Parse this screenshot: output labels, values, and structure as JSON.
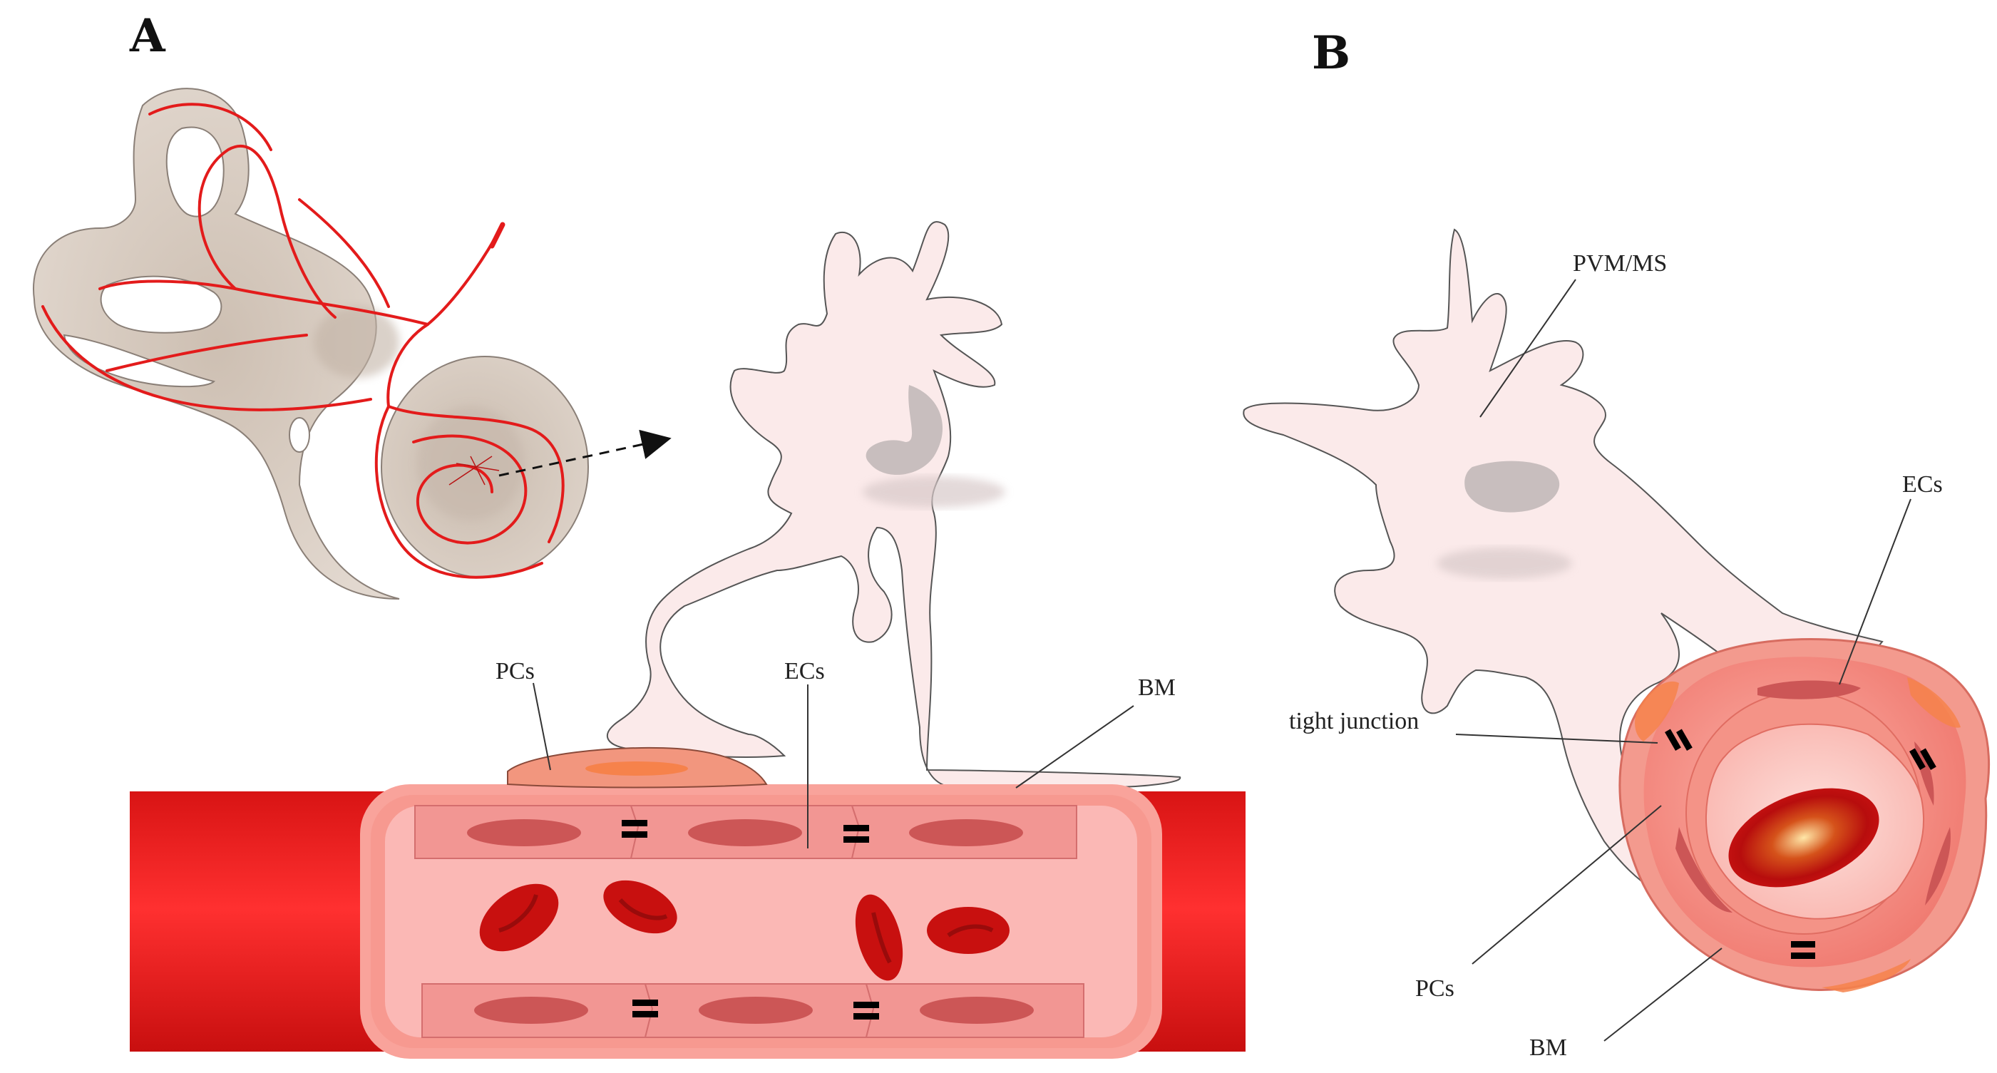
{
  "panels": {
    "a": {
      "letter": "A"
    },
    "b": {
      "letter": "B"
    }
  },
  "labels_a": {
    "pcs": "PCs",
    "ecs": "ECs",
    "bm": "BM"
  },
  "labels_b": {
    "pvm_ms": "PVM/MS",
    "ecs": "ECs",
    "tight_junction": "tight junction",
    "pcs": "PCs",
    "bm": "BM"
  },
  "colors": {
    "vessel_red": "#e01b1b",
    "vessel_outer": "#f7a39a",
    "lumen": "#fbb8b5",
    "endothelium": "#f29693",
    "nucleus": "#cc5656",
    "rbc": "#c8100f",
    "macrophage": "#fbeaea",
    "macrophage_nucleus": "#c8bebe",
    "inner_ear": "#d9cfc6",
    "inner_ear_vessel": "#e31b1b",
    "pericyte": "#f2967e",
    "pericyte_nucleus": "#f6824b"
  },
  "icons": [
    "inner-ear-illustration",
    "macrophage-cell",
    "blood-vessel",
    "red-blood-cell",
    "tight-junction-marker",
    "pericyte-cell"
  ]
}
